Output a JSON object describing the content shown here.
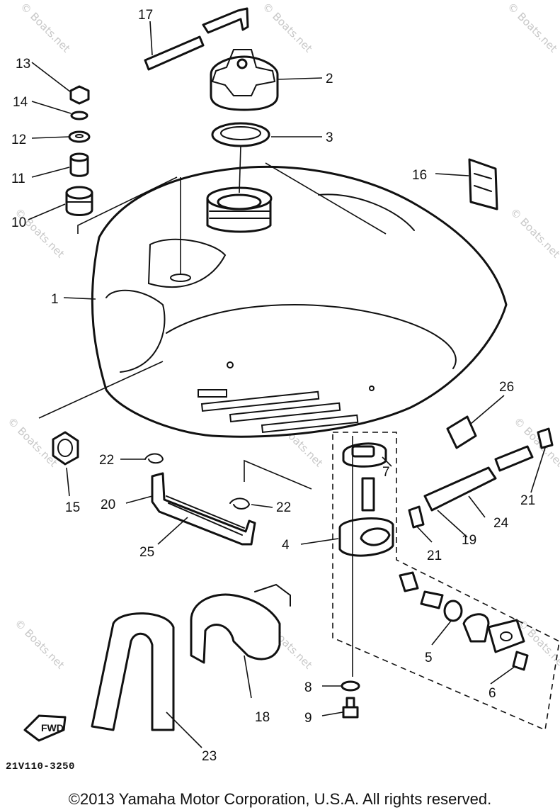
{
  "parts": [
    {
      "num": "1"
    },
    {
      "num": "2"
    },
    {
      "num": "3"
    },
    {
      "num": "4"
    },
    {
      "num": "5"
    },
    {
      "num": "6"
    },
    {
      "num": "7"
    },
    {
      "num": "8"
    },
    {
      "num": "9"
    },
    {
      "num": "10"
    },
    {
      "num": "11"
    },
    {
      "num": "12"
    },
    {
      "num": "13"
    },
    {
      "num": "14"
    },
    {
      "num": "15"
    },
    {
      "num": "16"
    },
    {
      "num": "17"
    },
    {
      "num": "18"
    },
    {
      "num": "19"
    },
    {
      "num": "20"
    },
    {
      "num": "21"
    },
    {
      "num": "21"
    },
    {
      "num": "22"
    },
    {
      "num": "22"
    },
    {
      "num": "23"
    },
    {
      "num": "24"
    },
    {
      "num": "25"
    },
    {
      "num": "26"
    }
  ],
  "fwd_label": "FWD",
  "diagram_code": "21V110-3250",
  "watermark": "© Boats.net",
  "copyright": "©2013 Yamaha Motor Corporation, U.S.A. All rights reserved."
}
